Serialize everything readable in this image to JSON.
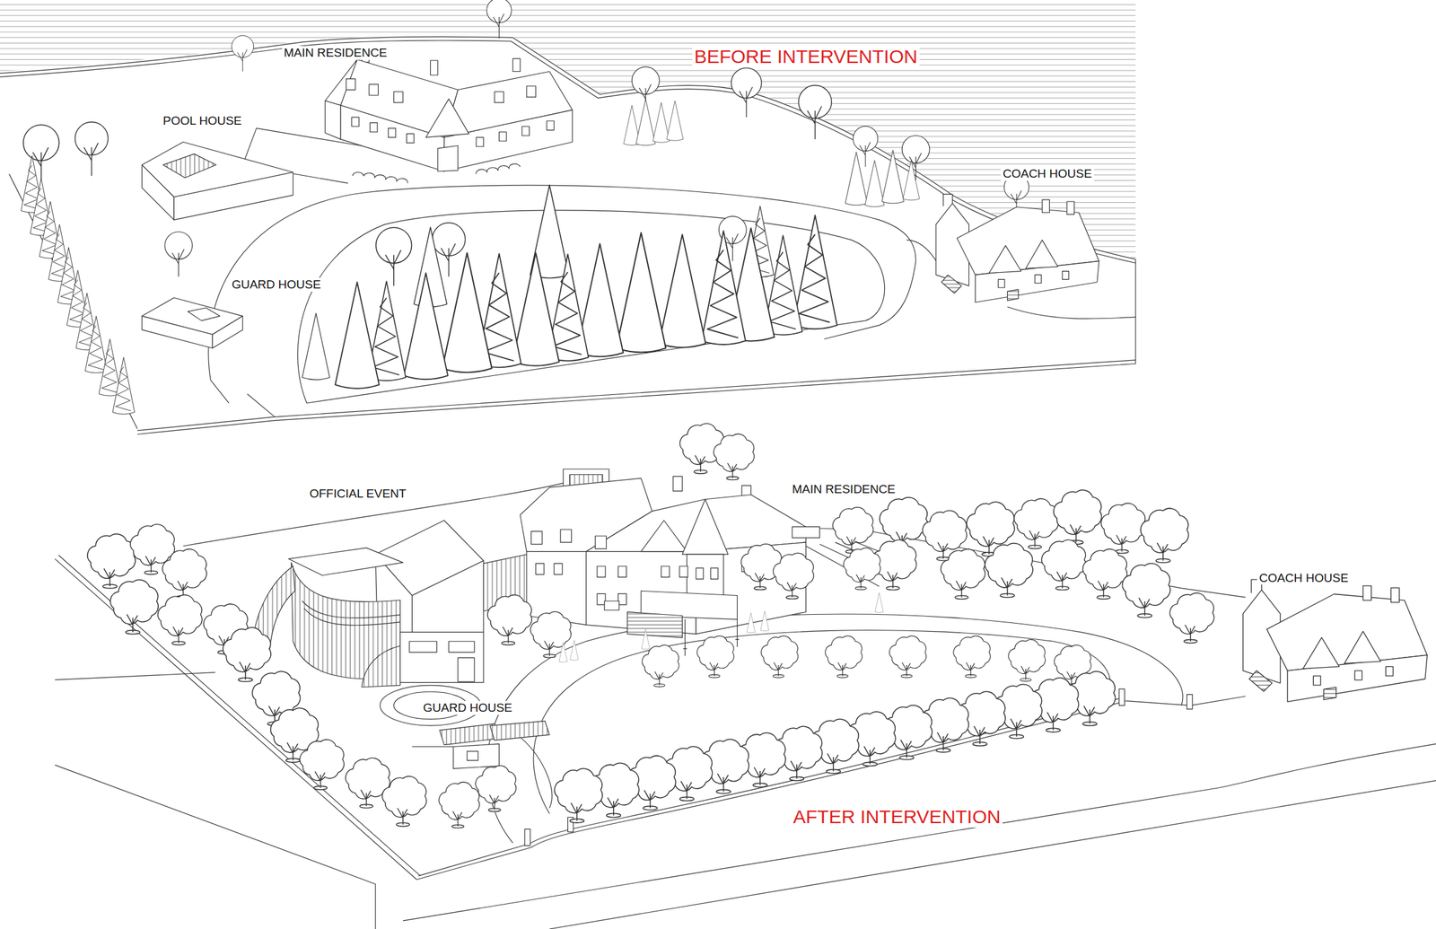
{
  "diagram": {
    "labels": [
      "MAIN RESIDENCE",
      "BEFORE INTERVENTION",
      "POOL HOUSE",
      "COACH HOUSE",
      "GUARD HOUSE",
      "OFFICIAL EVENT",
      "MAIN RESIDENCE",
      "COACH HOUSE",
      "GUARD HOUSE",
      "AFTER INTERVENTION"
    ]
  }
}
